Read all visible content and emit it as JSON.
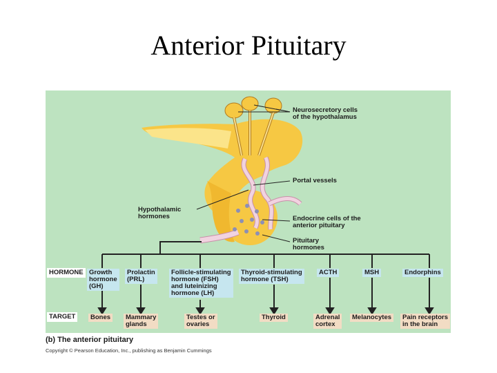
{
  "title": "Anterior Pituitary",
  "labels": {
    "neurosecretory": [
      "Neurosecretory cells",
      "of the hypothalamus"
    ],
    "portal": "Portal vessels",
    "hypothalamic": [
      "Hypothalamic",
      "hormones"
    ],
    "endocrine": [
      "Endocrine cells of the",
      "anterior pituitary"
    ],
    "pituitary": [
      "Pituitary",
      "hormones"
    ]
  },
  "row_headers": {
    "hormone": "HORMONE",
    "target": "TARGET"
  },
  "hormones": [
    [
      "Growth",
      "hormone",
      "(GH)"
    ],
    [
      "Prolactin",
      "(PRL)"
    ],
    [
      "Follicle-stimulating",
      "hormone (FSH)",
      "and luteinizing",
      "hormone (LH)"
    ],
    [
      "Thyroid-stimulating",
      "hormone (TSH)"
    ],
    [
      "ACTH"
    ],
    [
      "MSH"
    ],
    [
      "Endorphins"
    ]
  ],
  "targets": [
    [
      "Bones"
    ],
    [
      "Mammary",
      "glands"
    ],
    [
      "Testes or",
      "ovaries"
    ],
    [
      "Thyroid"
    ],
    [
      "Adrenal",
      "cortex"
    ],
    [
      "Melanocytes"
    ],
    [
      "Pain receptors",
      "in the brain"
    ]
  ],
  "caption": "(b) The anterior pituitary",
  "copyright": "Copyright © Pearson Education, Inc., publishing as Benjamin Cummings",
  "colors": {
    "background": "#bde3c0",
    "tissue": "#f6c843",
    "hormone_box": "#c6e6ef",
    "target_box": "#f2dcc4",
    "vessel": "#f1d3e0"
  }
}
